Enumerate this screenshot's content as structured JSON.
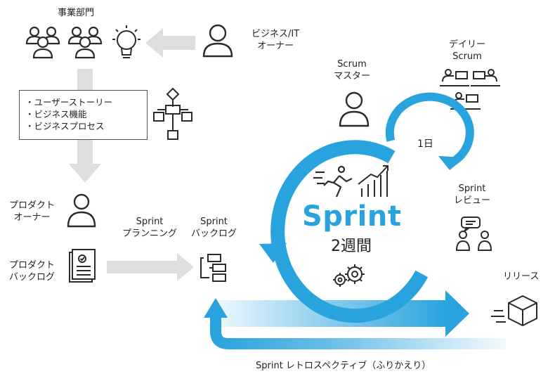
{
  "labels": {
    "business_dept": "事業部門",
    "owner_line1": "ビジネス/IT",
    "owner_line2": "オーナー",
    "scrum_line1": "Scrum",
    "scrum_line2": "マスター",
    "daily_line1": "デイリー",
    "daily_line2": "Scrum",
    "product_owner_line1": "プロダクト",
    "product_owner_line2": "オーナー",
    "product_backlog_line1": "プロダクト",
    "product_backlog_line2": "バックログ",
    "planning_line1": "Sprint",
    "planning_line2": "プランニング",
    "sprint_backlog_line1": "Sprint",
    "sprint_backlog_line2": "バックログ",
    "review_line1": "Sprint",
    "review_line2": "レビュー",
    "release": "リリース",
    "retrospective": "Sprint レトロスペクティブ（ふりかえり）"
  },
  "requirements": [
    "・ユーザーストーリー",
    "・ビジネス機能",
    "・ビジネスプロセス"
  ],
  "sprint": {
    "title": "Sprint",
    "duration": "2週間",
    "daily_cycle": "1日"
  },
  "colors": {
    "accent_blue": "#29a3de",
    "icon_dark": "#2b2b2b",
    "arrow_gray": "#dedede"
  }
}
